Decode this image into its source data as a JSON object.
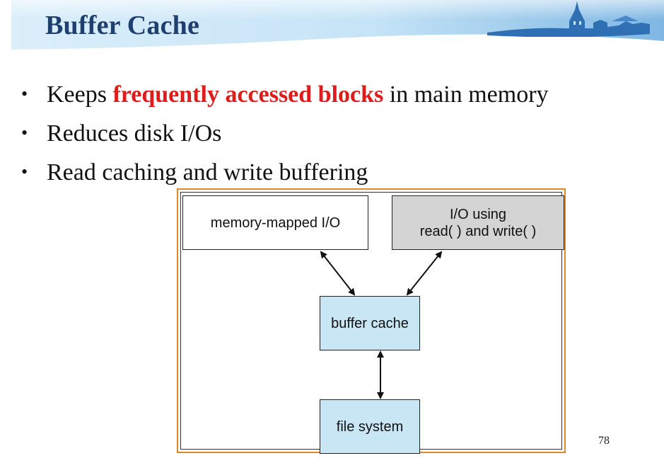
{
  "slide": {
    "title": "Buffer Cache",
    "page_number": "78"
  },
  "bullets": [
    {
      "before": "Keeps ",
      "highlight": "frequently accessed blocks",
      "after": " in main memory"
    },
    {
      "text": "Reduces disk I/Os"
    },
    {
      "text": "Read caching and write buffering"
    }
  ],
  "diagram": {
    "memory_mapped": "memory-mapped I/O",
    "io_line1": "I/O using",
    "io_line2": "read( ) and write( )",
    "buffer_cache": "buffer cache",
    "file_system": "file system"
  },
  "colors": {
    "title": "#1f3f6e",
    "highlight": "#e01b1b",
    "figure_border": "#d98a2b",
    "box_blue": "#c8e6f4",
    "box_gray": "#d4d4d4"
  }
}
